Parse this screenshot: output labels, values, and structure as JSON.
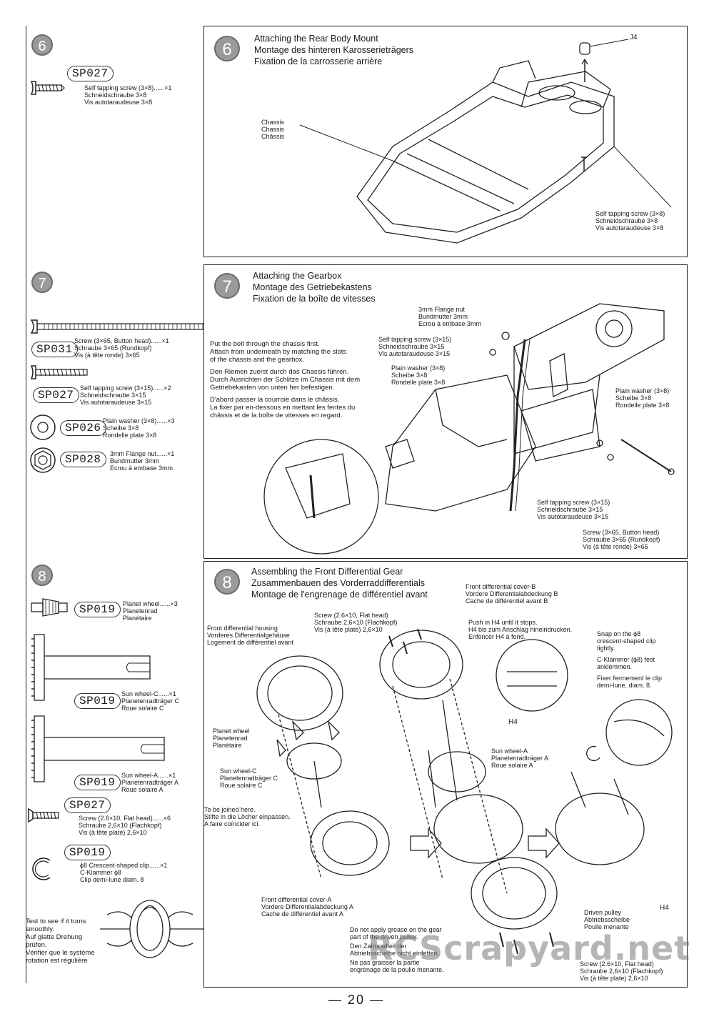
{
  "page_number": "— 20 —",
  "watermark": "RCScrapyard.net",
  "step6": {
    "badge": "6",
    "titles": [
      "Attaching the Rear Body Mount",
      "Montage des hinteren Karosserieträgers",
      "Fixation de la carrosserie arrière"
    ],
    "parts": [
      {
        "sp": "SP027",
        "lines": [
          "Self tapping screw (3×8)......×1",
          "Schneidschraube 3×8",
          "Vis autotaraudeuse 3×8"
        ]
      }
    ],
    "labels": {
      "j4": "J4",
      "chassis": [
        "Chassis",
        "Chassis",
        "Châssis"
      ],
      "screw": [
        "Self tapping screw (3×8)",
        "Schneidschraube 3×8",
        "Vis autotaraudeuse 3×8"
      ]
    }
  },
  "step7": {
    "badge": "7",
    "titles": [
      "Attaching the Gearbox",
      "Montage des Getriebekastens",
      "Fixation de la boîte de vitesses"
    ],
    "parts": [
      {
        "sp": "SP031",
        "lines": [
          "Screw (3×65, Button head)......×1",
          "Schraube 3×65 (Rundkopf)",
          "Vis (à tête ronde) 3×65"
        ]
      },
      {
        "sp": "SP027",
        "lines": [
          "Self tapping screw (3×15)......×2",
          "Schneidschraube 3×15",
          "Vis autotaraudeuse 3×15"
        ]
      },
      {
        "sp": "SP026",
        "lines": [
          "Plain washer (3×8)......×3",
          "Scheibe 3×8",
          "Rondelle plate 3×8"
        ]
      },
      {
        "sp": "SP028",
        "lines": [
          "3mm Flange nut......×1",
          "Bundmutter 3mm",
          "Ecrou à embase 3mm"
        ]
      }
    ],
    "note": [
      "Put the belt through the chassis first.",
      "Attach from underneath by matching the slots",
      "of the chassis and the gearbox.",
      "Den Riemen zuerst durch das Chassis führen.",
      "Durch Ausrichten der Schlitze im Chassis mit dem",
      "Getriebekasten von unten her befestigen.",
      "D'abord passer la courroie dans le châssis.",
      "La fixer par en-dessous en mettant les fentes du",
      "châssis et de la boîte de vitesses en regard."
    ],
    "labels": {
      "flange_nut": [
        "3mm Flange nut",
        "Bundmutter 3mm",
        "Ecrou à embase 3mm"
      ],
      "screw_top": [
        "Self tapping screw (3×15)",
        "Schneidschraube 3×15",
        "Vis autotaraudeuse 3×15"
      ],
      "washer_left": [
        "Plain washer (3×8)",
        "Scheibe 3×8",
        "Rondelle plate 3×8"
      ],
      "washer_right": [
        "Plain washer (3×8)",
        "Scheibe 3×8",
        "Rondelle plate 3×8"
      ],
      "screw_bottom": [
        "Self tapping screw (3×15)",
        "Schneidschraube 3×15",
        "Vis autotaraudeuse 3×15"
      ],
      "long_screw": [
        "Screw (3×65, Button head)",
        "Schraube 3×65 (Rundkopf)",
        "Vis (à tête ronde) 3×65"
      ]
    }
  },
  "step8": {
    "badge": "8",
    "titles": [
      "Assembling the Front Differential Gear",
      "Zusammenbauen des Vorderraddifferentials",
      "Montage de l'engrenage de différentiel avant"
    ],
    "parts": [
      {
        "sp": "SP019",
        "lines": [
          "Planet wheel......×3",
          "Planetenrad",
          "Planétaire"
        ]
      },
      {
        "sp": "SP019",
        "lines": [
          "Sun wheel-C......×1",
          "Planetenradträger C",
          "Roue solaire C"
        ]
      },
      {
        "sp": "SP019",
        "lines": [
          "Sun wheel-A......×1",
          "Planetenradträger A",
          "Roue solaire A"
        ]
      },
      {
        "sp": "SP027",
        "lines": [
          "Screw (2.6×10, Flat head)......×6",
          "Schraube 2,6×10 (Flachkopf)",
          "Vis (à tête plate) 2,6×10"
        ]
      },
      {
        "sp": "SP019",
        "lines": [
          "ϕ8 Crescent-shaped clip......×1",
          "C-Klammer ϕ8",
          "Clip demi-lune diam. 8"
        ]
      }
    ],
    "test_note": [
      "Test to see if it turns",
      "smoothly.",
      "Auf glatte Drehung",
      "prüfen.",
      "Vérifier que le système",
      "rotation est régulière"
    ],
    "labels": {
      "housing": [
        "Front differential housing",
        "Vorderes Differentialgehäuse",
        "Logement de différentiel avant"
      ],
      "screw_top": [
        "Screw (2.6×10, Flat head)",
        "Schraube 2,6×10 (Flachkopf)",
        "Vis (à tête plate) 2,6×10"
      ],
      "cover_b": [
        "Front differential cover-B",
        "Vordere Differentialabdeckung B",
        "Cache de différentiel avant B"
      ],
      "push_h4": [
        "Push in H4 until it stops.",
        "H4 bis zum Anschlag hineindrucken.",
        "Enfoncer H4 à fond."
      ],
      "snap": [
        "Snap on the ϕ8",
        "crescent-shaped clip",
        "tightly.",
        "",
        "C-Klammer (ϕ8) fest",
        "anklemmen.",
        "",
        "Fixer fermement le clip",
        "demi-lune, diam. 8."
      ],
      "h4_mid": "H4",
      "h4_bottom": "H4",
      "planet": [
        "Planet wheel",
        "Planetenrad",
        "Planétaire"
      ],
      "sun_c": [
        "Sun wheel-C",
        "Planetenradträger C",
        "Roue solaire C"
      ],
      "sun_a": [
        "Sun wheel-A",
        "Planetenradträger A",
        "Roue solaire A"
      ],
      "joined": [
        "To be joined here.",
        "Stifte in die Löcher einpassen.",
        "A faire coïncider ici."
      ],
      "cover_a": [
        "Front differential cover-A",
        "Vordere Differentialabdeckung A",
        "Cache de différentiel avant A"
      ],
      "no_grease": [
        "Do not apply grease on the gear",
        "part of the driven pulley.",
        "Den Zahnradteil der",
        "Abtriebsscheibe nicht einfetten.",
        "Ne pas graisser la partie",
        "engrenage de la poulie menante."
      ],
      "pulley": [
        "Driven pulley",
        "Abtriebsscheibe",
        "Poulie menante"
      ],
      "screw_bottom": [
        "Screw (2.6×10, Flat head)",
        "Schraube 2,6×10 (Flachkopf)",
        "Vis (à tête plate) 2,6×10"
      ]
    }
  }
}
